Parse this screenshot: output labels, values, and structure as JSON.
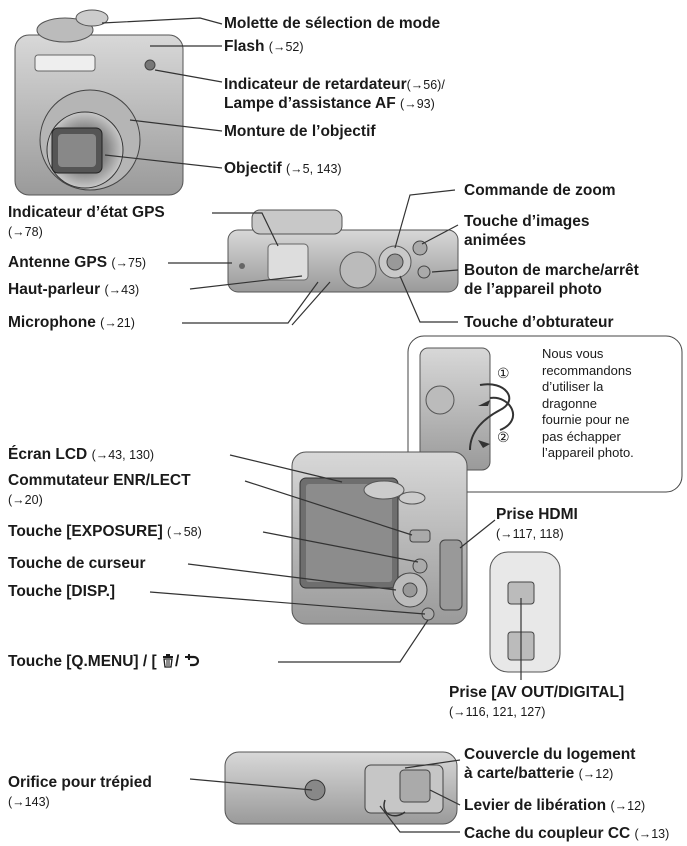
{
  "front_view": {
    "labels": [
      {
        "name": "Molette de sélection de mode",
        "ref": ""
      },
      {
        "name": "Flash",
        "ref": "(→52)"
      },
      {
        "name": "Indicateur de retardateur",
        "ref": "(→56)/"
      },
      {
        "name": "Lampe d’assistance AF",
        "ref": "(→93)"
      },
      {
        "name": "Monture de l’objectif",
        "ref": ""
      },
      {
        "name": "Objectif",
        "ref": "(→5, 143)"
      }
    ]
  },
  "top_view": {
    "left_labels": [
      {
        "name": "Indicateur d’état GPS",
        "ref": "(→78)"
      },
      {
        "name": "Antenne GPS",
        "ref": "(→75)"
      },
      {
        "name": "Haut-parleur",
        "ref": "(→43)"
      },
      {
        "name": "Microphone",
        "ref": "(→21)"
      }
    ],
    "right_labels": [
      {
        "name": "Commande de zoom"
      },
      {
        "name": "Touche d’images",
        "name2": "animées"
      },
      {
        "name": "Bouton de marche/arrêt",
        "name2": "de l’appareil photo"
      },
      {
        "name": "Touche d’obturateur"
      }
    ]
  },
  "strap_note": {
    "text": "Nous vous\nrecommandons\nd’utiliser la\ndragonne\nfournie pour ne\npas échapper\nl’appareil photo.",
    "step1": "①",
    "step2": "②"
  },
  "back_view": {
    "left_labels": [
      {
        "name": "Écran LCD",
        "ref": "(→43, 130)"
      },
      {
        "name": "Commutateur ENR/LECT",
        "ref": "(→20)"
      },
      {
        "name": "Touche [EXPOSURE]",
        "ref": "(→58)"
      },
      {
        "name": "Touche de curseur",
        "ref": ""
      },
      {
        "name": "Touche [DISP.]",
        "ref": ""
      },
      {
        "name": "Touche [Q.MENU] / [",
        "ref": ""
      }
    ],
    "qmenu_icons": {
      "trash": "trash-icon",
      "rotate": "return-arrow-icon"
    },
    "right_labels": [
      {
        "name": "Prise HDMI",
        "ref": "(→117, 118)"
      },
      {
        "name": "Prise [AV OUT/DIGITAL]",
        "ref": "(→116, 121, 127)"
      }
    ]
  },
  "bottom_view": {
    "left_labels": [
      {
        "name": "Orifice pour trépied",
        "ref": "(→143)"
      }
    ],
    "right_labels": [
      {
        "name": "Couvercle du logement",
        "name2": "à carte/batterie",
        "ref": "(→12)"
      },
      {
        "name": "Levier de libération",
        "ref": "(→12)"
      },
      {
        "name": "Cache du coupleur CC",
        "ref": "(→13)"
      }
    ]
  }
}
